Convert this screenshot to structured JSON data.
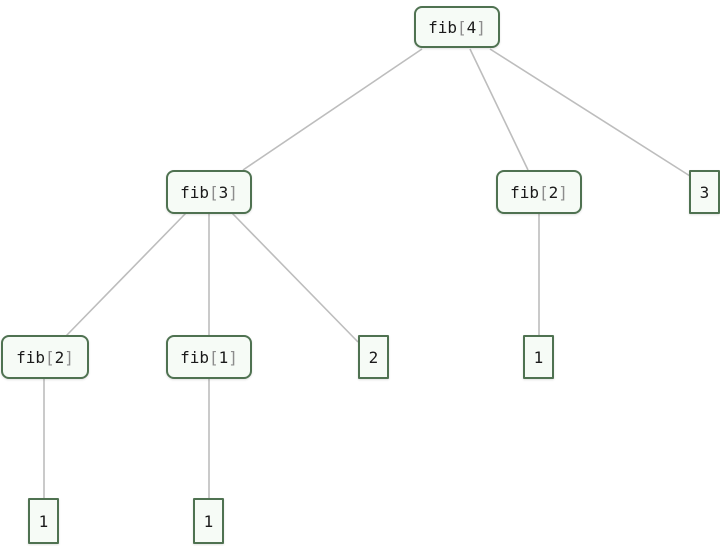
{
  "tree": {
    "root": {
      "fn": "fib",
      "open": "[",
      "arg": "4",
      "close": "]"
    },
    "n3": {
      "fn": "fib",
      "open": "[",
      "arg": "3",
      "close": "]"
    },
    "n2a": {
      "fn": "fib",
      "open": "[",
      "arg": "2",
      "close": "]"
    },
    "n2b": {
      "fn": "fib",
      "open": "[",
      "arg": "2",
      "close": "]"
    },
    "n1": {
      "fn": "fib",
      "open": "[",
      "arg": "1",
      "close": "]"
    },
    "leaf_3": "3",
    "leaf_2": "2",
    "leaf_1a": "1",
    "leaf_1b": "1",
    "leaf_1c": "1"
  },
  "colors": {
    "node_border": "#4f7251",
    "node_fill": "#f6fbf6",
    "edge": "#bdbdbd",
    "bracket": "#8c8c8c"
  }
}
